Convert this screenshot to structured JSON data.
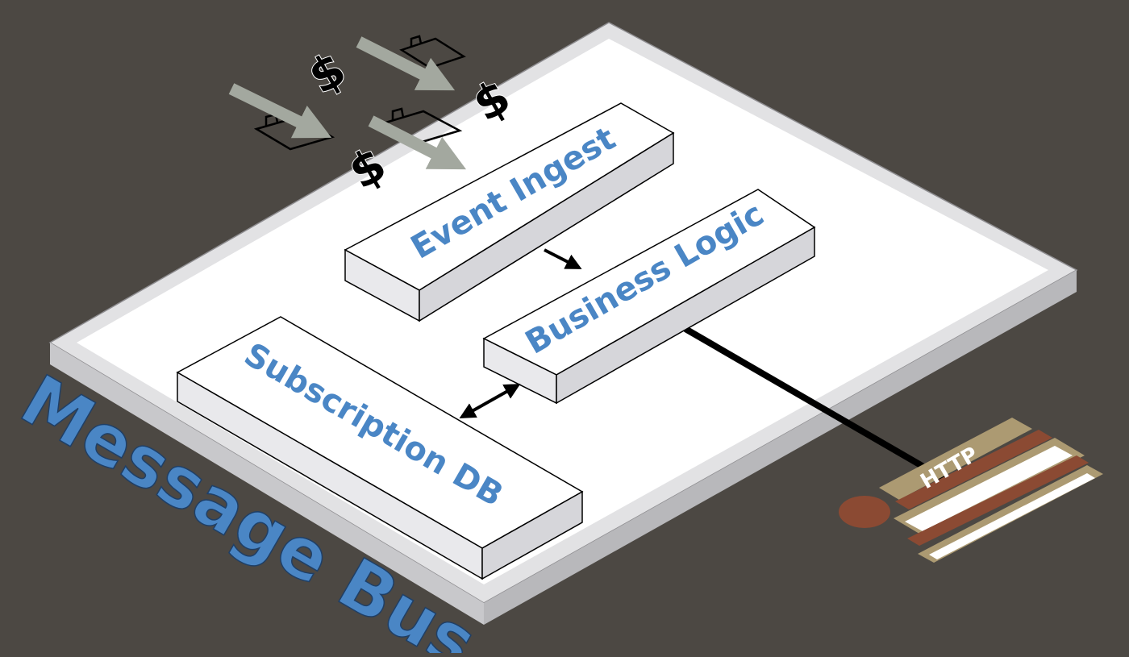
{
  "diagram": {
    "platform": {
      "label": "Message Bus"
    },
    "components": [
      {
        "id": "event-ingest",
        "label": "Event Ingest"
      },
      {
        "id": "business-logic",
        "label": "Business Logic"
      },
      {
        "id": "subscription-db",
        "label": "Subscription DB"
      }
    ],
    "connections": [
      {
        "from": "event-ingest",
        "to": "business-logic",
        "direction": "one-way"
      },
      {
        "from": "business-logic",
        "to": "subscription-db",
        "direction": "two-way"
      },
      {
        "from": "business-logic",
        "to": "http-endpoint",
        "direction": "line"
      }
    ],
    "http_endpoint": {
      "label": "HTTP"
    },
    "incoming_events": {
      "symbol": "$",
      "count": 4,
      "arrow_color": "#a3a89f"
    },
    "colors": {
      "background": "#4c4843",
      "platform_rim": "#e2e2e4",
      "platform_surface": "#ffffff",
      "label_blue": "#4a86c5",
      "http_tan": "#ac9a72",
      "http_brown": "#8b4a33"
    }
  }
}
